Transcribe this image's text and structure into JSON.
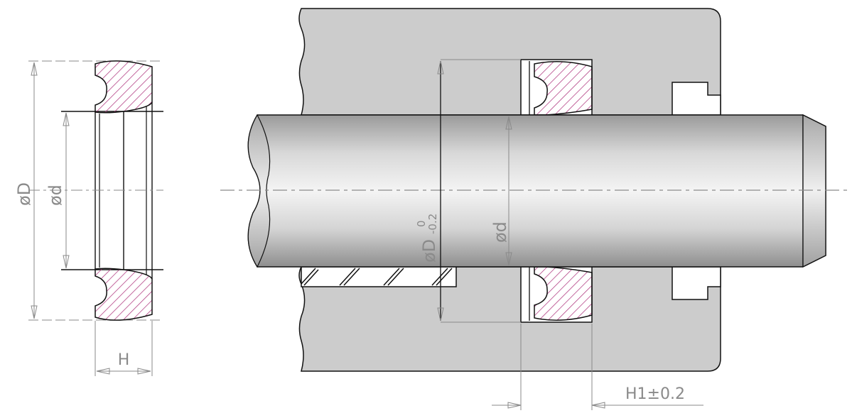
{
  "labels": {
    "seal_outer_dia": "øD",
    "seal_inner_dia": "ød",
    "seal_height": "H",
    "housing_bore_dia": "øD",
    "housing_bore_tol_upper": "0",
    "housing_bore_tol_lower": "-0.2",
    "rod_dia": "ød",
    "groove_width": "H1±0.2"
  },
  "colors": {
    "housing": "#cccccc",
    "seal_hatch": "#b0387f",
    "outline": "#111111",
    "dimension": "#8a8a8a",
    "centerline": "#8a8a8a"
  }
}
